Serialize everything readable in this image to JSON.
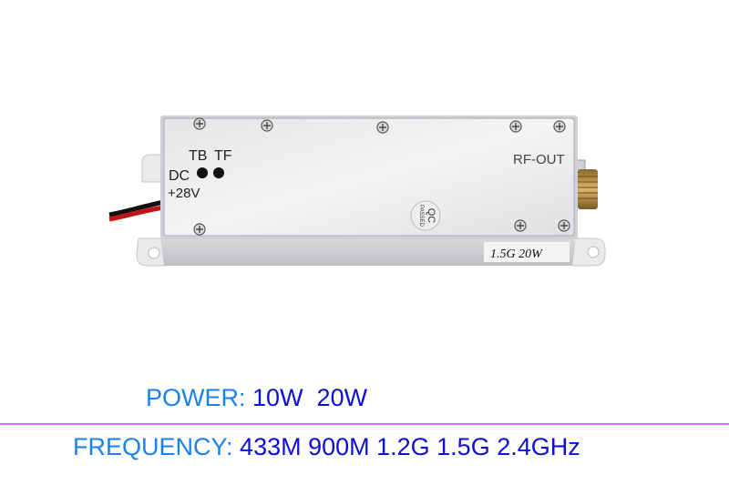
{
  "product": {
    "labels": {
      "tb": "TB",
      "tf": "TF",
      "dc": "DC",
      "voltage": "+28V",
      "rf_out": "RF-OUT",
      "qc": "QC",
      "passed": "PASSED",
      "model_label": "1.5G 20W"
    }
  },
  "specs": {
    "power": {
      "label": "POWER:",
      "value": "10W  20W"
    },
    "frequency": {
      "label": "FREQUENCY:",
      "value": "433M 900M 1.2G 1.5G 2.4GHz"
    }
  },
  "colors": {
    "label": "#1a82f0",
    "value": "#0d0fd6",
    "divider": "#cc77ee"
  }
}
